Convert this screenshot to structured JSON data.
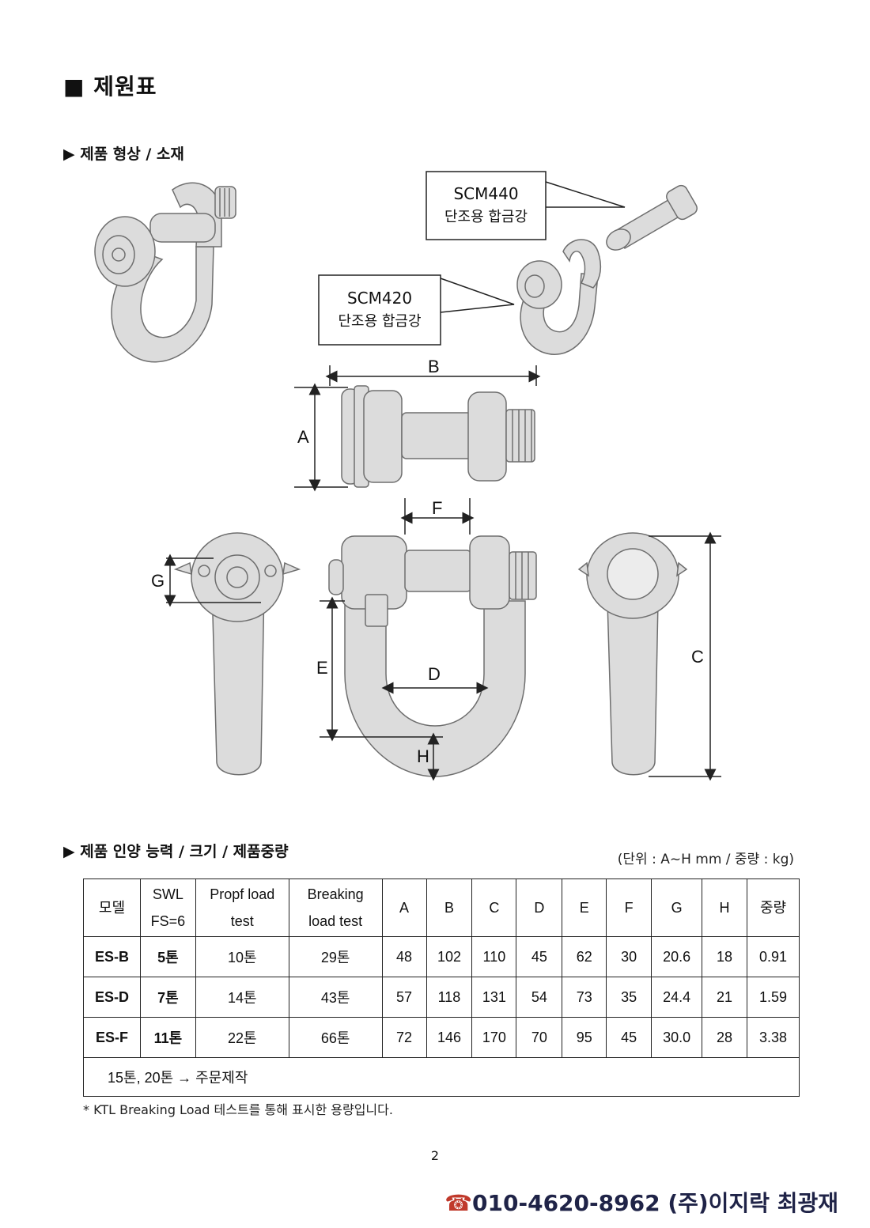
{
  "page_title": "■ 제원표",
  "section1": "▶ 제품 형상 / 소재",
  "section2": "▶ 제품 인양 능력 / 크기 / 제품중량",
  "unit_note": "(단위 : A~H mm / 중량 : kg)",
  "callouts": [
    {
      "code": "SCM440",
      "desc": "단조용 합금강"
    },
    {
      "code": "SCM420",
      "desc": "단조용 합금강"
    }
  ],
  "dimensions": [
    "A",
    "B",
    "C",
    "D",
    "E",
    "F",
    "G",
    "H"
  ],
  "table": {
    "headers": [
      "모델",
      "SWL FS=6",
      "Propf load test",
      "Breaking load test",
      "A",
      "B",
      "C",
      "D",
      "E",
      "F",
      "G",
      "H",
      "중량"
    ],
    "header_lines": [
      [
        "모델"
      ],
      [
        "SWL",
        "FS=6"
      ],
      [
        "Propf load",
        "test"
      ],
      [
        "Breaking",
        "load test"
      ],
      [
        "A"
      ],
      [
        "B"
      ],
      [
        "C"
      ],
      [
        "D"
      ],
      [
        "E"
      ],
      [
        "F"
      ],
      [
        "G"
      ],
      [
        "H"
      ],
      [
        "중량"
      ]
    ],
    "rows": [
      [
        "ES-B",
        "5톤",
        "10톤",
        "29톤",
        "48",
        "102",
        "110",
        "45",
        "62",
        "30",
        "20.6",
        "18",
        "0.91"
      ],
      [
        "ES-D",
        "7톤",
        "14톤",
        "43톤",
        "57",
        "118",
        "131",
        "54",
        "73",
        "35",
        "24.4",
        "21",
        "1.59"
      ],
      [
        "ES-F",
        "11톤",
        "22톤",
        "66톤",
        "72",
        "146",
        "170",
        "70",
        "95",
        "45",
        "30.0",
        "28",
        "3.38"
      ]
    ],
    "note": "15톤,  20톤 → 주문제작"
  },
  "footnote": "* KTL Breaking Load 테스트를 통해 표시한 용량입니다.",
  "page_number": "2",
  "contact": {
    "icon": "phone-icon",
    "phone": "010-4620-8962",
    "company": " (주)이지락 최광재"
  },
  "colors": {
    "drawing_fill": "#dcdcdc",
    "drawing_stroke": "#6e6e6e",
    "contact_text": "#1f2347",
    "phone_icon": "#c0392b"
  }
}
